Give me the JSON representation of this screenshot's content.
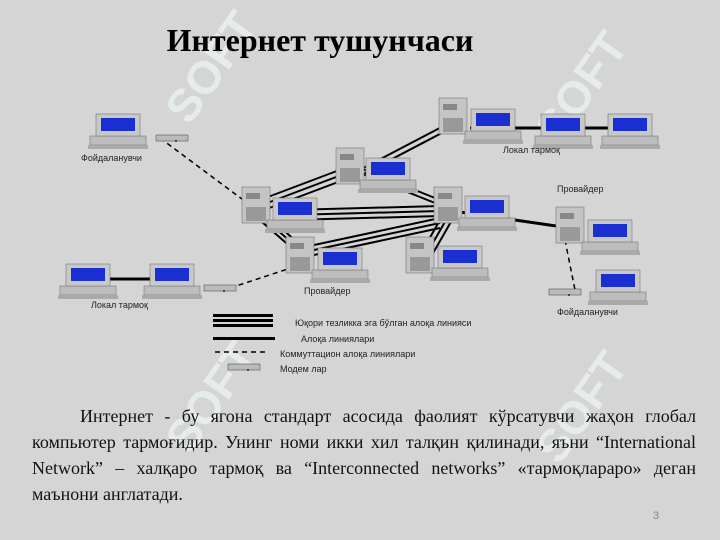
{
  "slide": {
    "title": "Интернет тушунчаси",
    "watermark": "SOFT",
    "page_number": "3",
    "body_text": "Интернет - бу ягона стандарт асосида фаолият кўрсатувчи жаҳон глобал компьютер тармоғидир. Унинг номи икки хил талқин қилинади, яъни “International Network” – халқаро тармоқ ва “Interconnected networks” «тармоқлараро» деган маънони англатади."
  },
  "diagram": {
    "labels": {
      "user_top_left": "Фойдаланувчи",
      "lan_top_right": "Локал тармоқ",
      "provider_right": "Провайдер",
      "provider_center": "Провайдер",
      "lan_bottom_left": "Локал тармоқ",
      "user_bottom_right": "Фойдаланувчи"
    },
    "legend": [
      {
        "icon": "high-speed-line",
        "label": "Юқори тезликка эга бўлган алоқа линияси"
      },
      {
        "icon": "line",
        "label": "Алоқа линиялари"
      },
      {
        "icon": "dashed-line",
        "label": "Коммуттацион алоқа линиялари"
      },
      {
        "icon": "modem",
        "label": "Модем лар"
      }
    ]
  },
  "colors": {
    "background": "#d5d5d5",
    "screen": "#1a2fd0"
  }
}
